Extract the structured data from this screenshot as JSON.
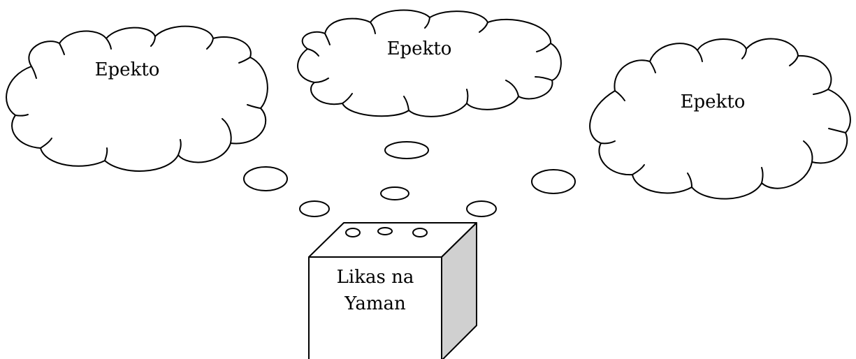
{
  "diagram": {
    "clouds": [
      {
        "id": "cloud-left",
        "label": "Epekto"
      },
      {
        "id": "cloud-center",
        "label": "Epekto"
      },
      {
        "id": "cloud-right",
        "label": "Epekto"
      }
    ],
    "box": {
      "label_line1": "Likas na",
      "label_line2": "Yaman",
      "side_color": "#d0d0d0"
    }
  }
}
